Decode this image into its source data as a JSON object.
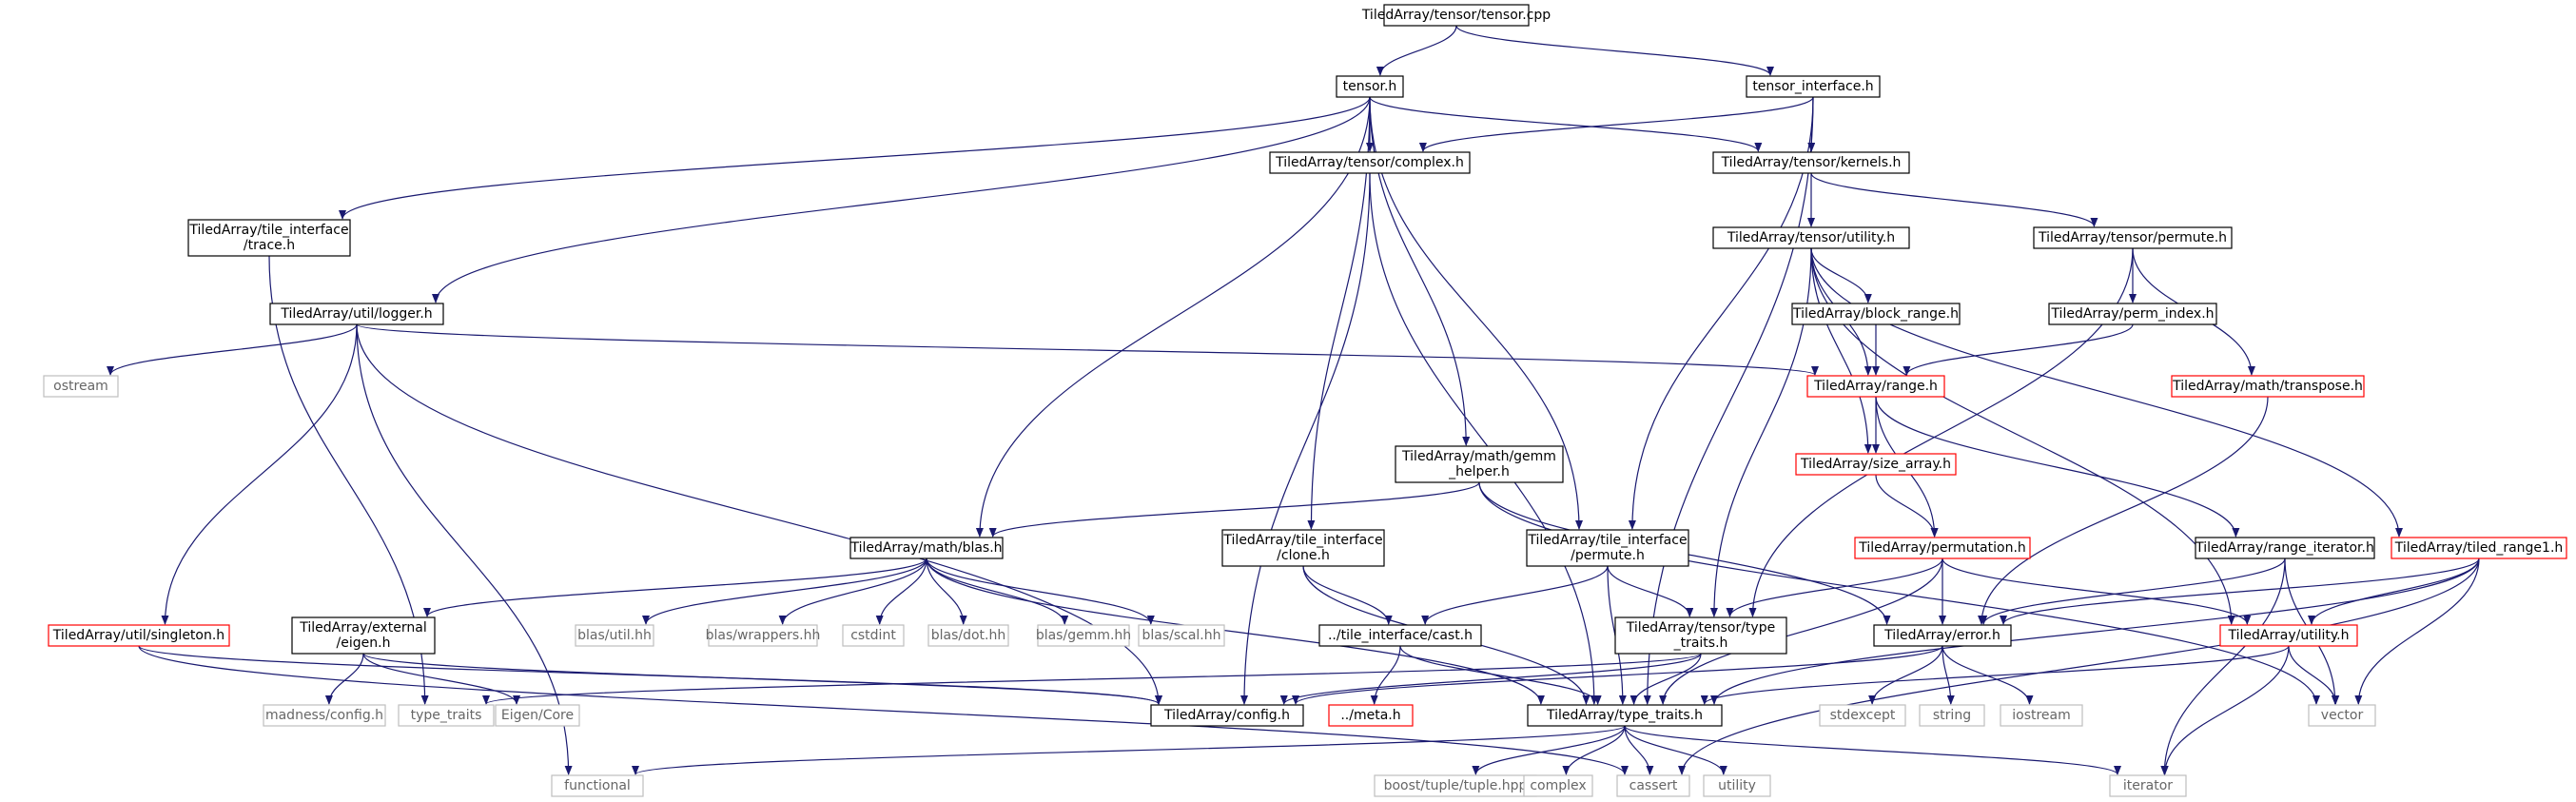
{
  "colors": {
    "edge": "#191970",
    "normal_border": "#000000",
    "missing_border": "#bfbfbf",
    "incomplete_border": "#ff0000",
    "root_fill": "#bfbfbf",
    "text": "#000000",
    "missing_text": "#666666"
  },
  "nodes": [
    {
      "id": "root",
      "lines": [
        "TiledArray/tensor/tensor.cpp"
      ],
      "kind": "root"
    },
    {
      "id": "tensor_h",
      "lines": [
        "tensor.h"
      ],
      "kind": "normal"
    },
    {
      "id": "tensor_interface_h",
      "lines": [
        "tensor_interface.h"
      ],
      "kind": "normal"
    },
    {
      "id": "complex_h",
      "lines": [
        "TiledArray/tensor/complex.h"
      ],
      "kind": "normal"
    },
    {
      "id": "kernels_h",
      "lines": [
        "TiledArray/tensor/kernels.h"
      ],
      "kind": "normal"
    },
    {
      "id": "trace_h",
      "lines": [
        "TiledArray/tile_interface",
        "/trace.h"
      ],
      "kind": "normal"
    },
    {
      "id": "utility_tensor_h",
      "lines": [
        "TiledArray/tensor/utility.h"
      ],
      "kind": "normal"
    },
    {
      "id": "permute_tensor_h",
      "lines": [
        "TiledArray/tensor/permute.h"
      ],
      "kind": "normal"
    },
    {
      "id": "logger_h",
      "lines": [
        "TiledArray/util/logger.h"
      ],
      "kind": "normal"
    },
    {
      "id": "block_range_h",
      "lines": [
        "TiledArray/block_range.h"
      ],
      "kind": "normal"
    },
    {
      "id": "perm_index_h",
      "lines": [
        "TiledArray/perm_index.h"
      ],
      "kind": "normal"
    },
    {
      "id": "ostream",
      "lines": [
        "ostream"
      ],
      "kind": "missing"
    },
    {
      "id": "range_h",
      "lines": [
        "TiledArray/range.h"
      ],
      "kind": "incomplete"
    },
    {
      "id": "transpose_h",
      "lines": [
        "TiledArray/math/transpose.h"
      ],
      "kind": "incomplete"
    },
    {
      "id": "gemm_helper_h",
      "lines": [
        "TiledArray/math/gemm",
        "_helper.h"
      ],
      "kind": "normal"
    },
    {
      "id": "size_array_h",
      "lines": [
        "TiledArray/size_array.h"
      ],
      "kind": "incomplete"
    },
    {
      "id": "blas_h",
      "lines": [
        "TiledArray/math/blas.h"
      ],
      "kind": "normal"
    },
    {
      "id": "clone_h",
      "lines": [
        "TiledArray/tile_interface",
        "/clone.h"
      ],
      "kind": "normal"
    },
    {
      "id": "ti_permute_h",
      "lines": [
        "TiledArray/tile_interface",
        "/permute.h"
      ],
      "kind": "normal"
    },
    {
      "id": "permutation_h",
      "lines": [
        "TiledArray/permutation.h"
      ],
      "kind": "incomplete"
    },
    {
      "id": "range_iterator_h",
      "lines": [
        "TiledArray/range_iterator.h"
      ],
      "kind": "normal"
    },
    {
      "id": "tiled_range1_h",
      "lines": [
        "TiledArray/tiled_range1.h"
      ],
      "kind": "incomplete"
    },
    {
      "id": "singleton_h",
      "lines": [
        "TiledArray/util/singleton.h"
      ],
      "kind": "incomplete"
    },
    {
      "id": "eigen_h",
      "lines": [
        "TiledArray/external",
        "/eigen.h"
      ],
      "kind": "normal"
    },
    {
      "id": "blas_util_hh",
      "lines": [
        "blas/util.hh"
      ],
      "kind": "missing"
    },
    {
      "id": "blas_wrappers_hh",
      "lines": [
        "blas/wrappers.hh"
      ],
      "kind": "missing"
    },
    {
      "id": "cstdint",
      "lines": [
        "cstdint"
      ],
      "kind": "missing"
    },
    {
      "id": "blas_dot_hh",
      "lines": [
        "blas/dot.hh"
      ],
      "kind": "missing"
    },
    {
      "id": "blas_gemm_hh",
      "lines": [
        "blas/gemm.hh"
      ],
      "kind": "missing"
    },
    {
      "id": "blas_scal_hh",
      "lines": [
        "blas/scal.hh"
      ],
      "kind": "missing"
    },
    {
      "id": "cast_h",
      "lines": [
        "../tile_interface/cast.h"
      ],
      "kind": "normal"
    },
    {
      "id": "tensor_type_traits_h",
      "lines": [
        "TiledArray/tensor/type",
        "_traits.h"
      ],
      "kind": "normal"
    },
    {
      "id": "error_h",
      "lines": [
        "TiledArray/error.h"
      ],
      "kind": "normal"
    },
    {
      "id": "utility_h",
      "lines": [
        "TiledArray/utility.h"
      ],
      "kind": "incomplete"
    },
    {
      "id": "madness_config_h",
      "lines": [
        "madness/config.h"
      ],
      "kind": "missing"
    },
    {
      "id": "type_traits",
      "lines": [
        "type_traits"
      ],
      "kind": "missing"
    },
    {
      "id": "eigen_core",
      "lines": [
        "Eigen/Core"
      ],
      "kind": "missing"
    },
    {
      "id": "config_h",
      "lines": [
        "TiledArray/config.h"
      ],
      "kind": "normal"
    },
    {
      "id": "meta_h",
      "lines": [
        "../meta.h"
      ],
      "kind": "incomplete"
    },
    {
      "id": "type_traits_h",
      "lines": [
        "TiledArray/type_traits.h"
      ],
      "kind": "normal"
    },
    {
      "id": "stdexcept",
      "lines": [
        "stdexcept"
      ],
      "kind": "missing"
    },
    {
      "id": "string",
      "lines": [
        "string"
      ],
      "kind": "missing"
    },
    {
      "id": "iostream",
      "lines": [
        "iostream"
      ],
      "kind": "missing"
    },
    {
      "id": "vector",
      "lines": [
        "vector"
      ],
      "kind": "missing"
    },
    {
      "id": "functional",
      "lines": [
        "functional"
      ],
      "kind": "missing"
    },
    {
      "id": "boost_tuple_hpp",
      "lines": [
        "boost/tuple/tuple.hpp"
      ],
      "kind": "missing"
    },
    {
      "id": "complex",
      "lines": [
        "complex"
      ],
      "kind": "missing"
    },
    {
      "id": "cassert",
      "lines": [
        "cassert"
      ],
      "kind": "missing"
    },
    {
      "id": "utility",
      "lines": [
        "utility"
      ],
      "kind": "missing"
    },
    {
      "id": "iterator",
      "lines": [
        "iterator"
      ],
      "kind": "missing"
    }
  ],
  "edges": [
    [
      "root",
      "tensor_h"
    ],
    [
      "root",
      "tensor_interface_h"
    ],
    [
      "tensor_h",
      "complex_h"
    ],
    [
      "tensor_h",
      "kernels_h"
    ],
    [
      "tensor_h",
      "trace_h"
    ],
    [
      "tensor_h",
      "logger_h"
    ],
    [
      "tensor_h",
      "blas_h"
    ],
    [
      "tensor_h",
      "gemm_helper_h"
    ],
    [
      "tensor_h",
      "clone_h"
    ],
    [
      "tensor_h",
      "ti_permute_h"
    ],
    [
      "tensor_interface_h",
      "complex_h"
    ],
    [
      "tensor_interface_h",
      "kernels_h"
    ],
    [
      "tensor_interface_h",
      "ti_permute_h"
    ],
    [
      "tensor_interface_h",
      "type_traits_h"
    ],
    [
      "complex_h",
      "config_h"
    ],
    [
      "complex_h",
      "type_traits_h"
    ],
    [
      "kernels_h",
      "utility_tensor_h"
    ],
    [
      "kernels_h",
      "permute_tensor_h"
    ],
    [
      "trace_h",
      "type_traits"
    ],
    [
      "utility_tensor_h",
      "block_range_h"
    ],
    [
      "utility_tensor_h",
      "range_h"
    ],
    [
      "utility_tensor_h",
      "size_array_h"
    ],
    [
      "utility_tensor_h",
      "tiled_range1_h"
    ],
    [
      "utility_tensor_h",
      "utility_h"
    ],
    [
      "utility_tensor_h",
      "tensor_type_traits_h"
    ],
    [
      "permute_tensor_h",
      "perm_index_h"
    ],
    [
      "permute_tensor_h",
      "transpose_h"
    ],
    [
      "permute_tensor_h",
      "tensor_type_traits_h"
    ],
    [
      "logger_h",
      "ostream"
    ],
    [
      "logger_h",
      "range_h"
    ],
    [
      "logger_h",
      "singleton_h"
    ],
    [
      "logger_h",
      "config_h"
    ],
    [
      "logger_h",
      "functional"
    ],
    [
      "block_range_h",
      "range_h"
    ],
    [
      "perm_index_h",
      "range_h"
    ],
    [
      "range_h",
      "size_array_h"
    ],
    [
      "range_h",
      "permutation_h"
    ],
    [
      "range_h",
      "range_iterator_h"
    ],
    [
      "transpose_h",
      "error_h"
    ],
    [
      "gemm_helper_h",
      "blas_h"
    ],
    [
      "gemm_helper_h",
      "error_h"
    ],
    [
      "gemm_helper_h",
      "vector"
    ],
    [
      "size_array_h",
      "permutation_h"
    ],
    [
      "blas_h",
      "eigen_h"
    ],
    [
      "blas_h",
      "blas_util_hh"
    ],
    [
      "blas_h",
      "blas_wrappers_hh"
    ],
    [
      "blas_h",
      "cstdint"
    ],
    [
      "blas_h",
      "blas_dot_hh"
    ],
    [
      "blas_h",
      "blas_gemm_hh"
    ],
    [
      "blas_h",
      "blas_scal_hh"
    ],
    [
      "blas_h",
      "type_traits_h"
    ],
    [
      "clone_h",
      "cast_h"
    ],
    [
      "clone_h",
      "type_traits_h"
    ],
    [
      "ti_permute_h",
      "cast_h"
    ],
    [
      "ti_permute_h",
      "tensor_type_traits_h"
    ],
    [
      "ti_permute_h",
      "type_traits_h"
    ],
    [
      "permutation_h",
      "tensor_type_traits_h"
    ],
    [
      "permutation_h",
      "error_h"
    ],
    [
      "permutation_h",
      "utility_h"
    ],
    [
      "permutation_h",
      "type_traits_h"
    ],
    [
      "range_iterator_h",
      "error_h"
    ],
    [
      "range_iterator_h",
      "vector"
    ],
    [
      "range_iterator_h",
      "iterator"
    ],
    [
      "tiled_range1_h",
      "error_h"
    ],
    [
      "tiled_range1_h",
      "utility_h"
    ],
    [
      "tiled_range1_h",
      "type_traits_h"
    ],
    [
      "tiled_range1_h",
      "vector"
    ],
    [
      "tiled_range1_h",
      "cassert"
    ],
    [
      "singleton_h",
      "config_h"
    ],
    [
      "singleton_h",
      "cassert"
    ],
    [
      "eigen_h",
      "madness_config_h"
    ],
    [
      "eigen_h",
      "eigen_core"
    ],
    [
      "eigen_h",
      "config_h"
    ],
    [
      "cast_h",
      "meta_h"
    ],
    [
      "cast_h",
      "type_traits_h"
    ],
    [
      "tensor_type_traits_h",
      "type_traits"
    ],
    [
      "tensor_type_traits_h",
      "config_h"
    ],
    [
      "tensor_type_traits_h",
      "type_traits_h"
    ],
    [
      "error_h",
      "config_h"
    ],
    [
      "error_h",
      "stdexcept"
    ],
    [
      "error_h",
      "string"
    ],
    [
      "error_h",
      "iostream"
    ],
    [
      "utility_h",
      "type_traits_h"
    ],
    [
      "utility_h",
      "vector"
    ],
    [
      "utility_h",
      "iterator"
    ],
    [
      "type_traits_h",
      "functional"
    ],
    [
      "type_traits_h",
      "boost_tuple_hpp"
    ],
    [
      "type_traits_h",
      "complex"
    ],
    [
      "type_traits_h",
      "cassert"
    ],
    [
      "type_traits_h",
      "utility"
    ],
    [
      "type_traits_h",
      "iterator"
    ]
  ]
}
